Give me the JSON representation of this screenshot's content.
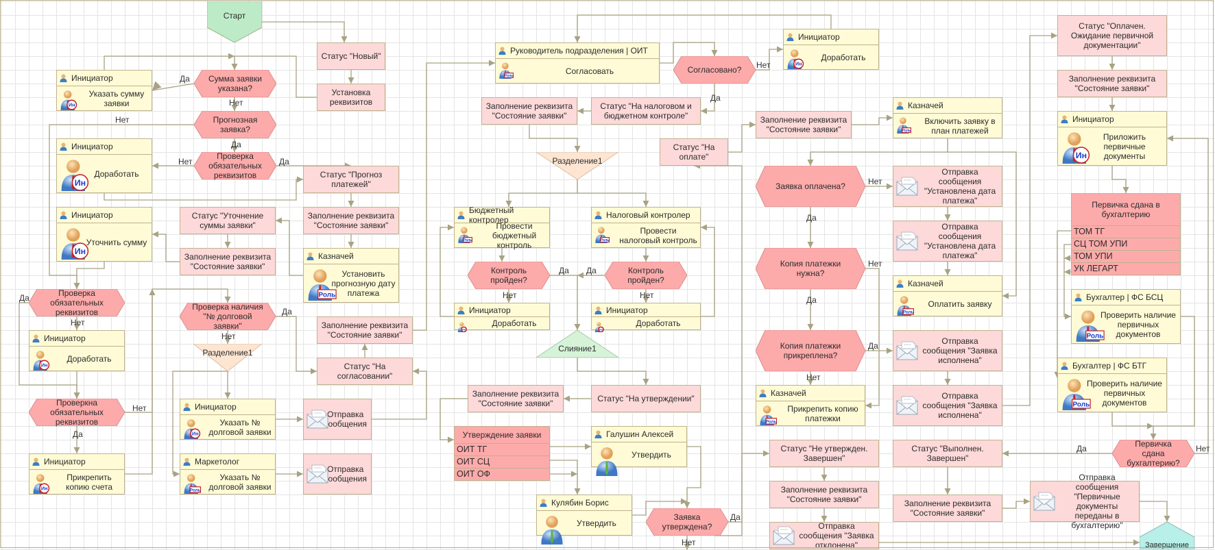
{
  "diagram": {
    "colors": {
      "status_fill": "#fdd9d9",
      "decision_fill": "#fdaaaa",
      "task_fill": "#fefbd6",
      "start_fill": "#bdebc8",
      "end_fill": "#b8efe8",
      "split_fill": "#fde5d2",
      "merge_fill": "#d6f3d8",
      "connector": "#a8a282",
      "border": "#bfb28e"
    },
    "start": {
      "label": "Старт"
    },
    "end": {
      "label": "Завершение"
    },
    "statuses": {
      "new": "Статус \"Новый\"",
      "set_props": "Установка реквизитов",
      "forecast": "Статус \"Прогноз платежей\"",
      "clarify_sum": "Статус \"Уточнение суммы заявки\"",
      "approval": "Статус \"На согласовании\"",
      "tax_budget": "Статус \"На налоговом и бюджетном контроле\"",
      "payment": "Статус \"На оплате\"",
      "on_approve": "Статус \"На утверждении\"",
      "paid_wait": "Статус \"Оплачен. Ожидание первичной документации\"",
      "not_approved": "Статус \"Не утвержден. Завершен\"",
      "done": "Статус \"Выполнен. Завершен\""
    },
    "fill_state": "Заполнение реквизита \"Состояние заявки\"",
    "decisions": {
      "sum_given": "Сумма заявки указана?",
      "forecast_q": "Прогнозная заявка?",
      "check_req1": "Проверка обязательных реквизитов",
      "check_req2": "Проверка обязательных реквизитов",
      "check_req3": "Проверкна обязательных реквизитов",
      "debt_no": "Проверка наличия \"№ долговой заявки\"",
      "agreed": "Согласовано?",
      "control1": "Контроль пройден?",
      "control2": "Контроль пройден?",
      "paid_q": "Заявка оплачена?",
      "copy_needed": "Копия платежки нужна?",
      "copy_attached": "Копия платежки прикреплена?",
      "approved_q": "Заявка утверждена?",
      "primary_q": "Первичка сдана бухгалтерию?"
    },
    "tasks": {
      "t1": {
        "role": "Инициатор",
        "action": "Указать сумму заявки",
        "badge": "Ин"
      },
      "t2": {
        "role": "Инициатор",
        "action": "Доработать",
        "badge": "Ин"
      },
      "t3": {
        "role": "Инициатор",
        "action": "Уточнить сумму",
        "badge": "Ин"
      },
      "t4": {
        "role": "Инициатор",
        "action": "Доработать",
        "badge": "Ин"
      },
      "t5": {
        "role": "Инициатор",
        "action": "Прикрепить копию счета",
        "badge": "Ин"
      },
      "t6": {
        "role": "Казначей",
        "action": "Установить прогнозную дату платежа",
        "badge": "Роль"
      },
      "t7": {
        "role": "Инициатор",
        "action": "Указать № долговой заявки",
        "badge": "Ин"
      },
      "t8": {
        "role": "Маркетолог",
        "action": "Указать № долговой заявки",
        "badge": "Роль"
      },
      "t9": {
        "role": "Руководитель подразделения | ОИТ",
        "action": "Согласовать",
        "badge": "Роль"
      },
      "t10": {
        "role": "Инициатор",
        "action": "Доработать",
        "badge": "Ин"
      },
      "t11": {
        "role": "Бюджетный контролер",
        "action": "Провести бюджетный контроль",
        "badge": "Роль"
      },
      "t12": {
        "role": "Налоговый контролер",
        "action": "Провести налоговый контроль",
        "badge": "Роль"
      },
      "t13": {
        "role": "Инициатор",
        "action": "Доработать",
        "badge": "Ин"
      },
      "t14": {
        "role": "Инициатор",
        "action": "Доработать",
        "badge": "Ин"
      },
      "t15": {
        "role": "Галушин Алексей",
        "action": "Утвердить",
        "badge": ""
      },
      "t16": {
        "role": "Кулябин Борис",
        "action": "Утвердить",
        "badge": ""
      },
      "t17": {
        "role": "Казначей",
        "action": "Включить заявку в план платежей",
        "badge": "Роль"
      },
      "t18": {
        "role": "Казначей",
        "action": "Оплатить заявку",
        "badge": "Роль"
      },
      "t19": {
        "role": "Казначей",
        "action": "Прикрепить копию платежки",
        "badge": "Роль"
      },
      "t20": {
        "role": "Инициатор",
        "action": "Приложить первичные документы",
        "badge": "Ин"
      },
      "t21": {
        "role": "Бухгалтер | ФС БСЦ",
        "action": "Проверить наличие первичных документов",
        "badge": "Роль"
      },
      "t22": {
        "role": "Бухгалтер | ФС БТГ",
        "action": "Проверить наличие первичных документов",
        "badge": "Роль"
      }
    },
    "messages": {
      "m1": "Отправка сообщения",
      "m2": "Отправка сообщения",
      "m3": "Отправка сообщения \"Установлена дата платежа\"",
      "m4": "Отправка сообщения \"Установлена дата платежа\"",
      "m5": "Отправка сообщения \"Заявка исполнена\"",
      "m6": "Отправка сообщения \"Заявка исполнена\"",
      "m7": "Отправка сообщения \"Заявка отклонена\"",
      "m8": "Отправка сообщения \"Первичные документы переданы в бухгалтерию\""
    },
    "splits": {
      "s1": "Разделение1",
      "s2": "Разделение1"
    },
    "merges": {
      "j1": "Слияние1"
    },
    "multi": {
      "approve": {
        "title": "Утверждение заявки",
        "rows": [
          "ОИТ ТГ",
          "ОИТ СЦ",
          "ОИТ ОФ"
        ]
      },
      "primary": {
        "title": "Первичка сдана в бухгалтерию",
        "rows": [
          "ТОМ ТГ",
          "СЦ ТОМ УПИ",
          "ТОМ УПИ",
          "УК ЛЕГАРТ"
        ]
      }
    },
    "edge_labels": {
      "yes": "Да",
      "no": "Нет"
    }
  }
}
